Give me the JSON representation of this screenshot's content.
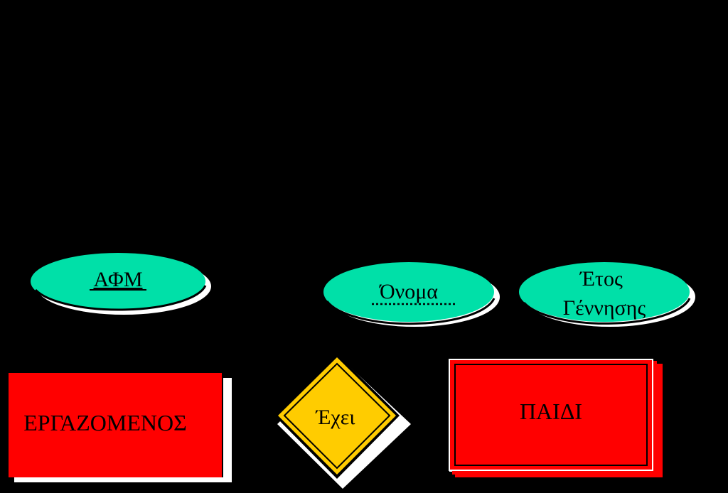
{
  "diagram": {
    "type": "entity-relationship",
    "entities": {
      "employee": {
        "label": "ΕΡΓΑΖΟΜΕΝΟΣ",
        "kind": "entity"
      },
      "child": {
        "label": "ΠΑΙΔΙ",
        "kind": "weak-entity"
      }
    },
    "relationship": {
      "label": "Έχει",
      "kind": "identifying-relationship"
    },
    "attributes": {
      "afm": {
        "label": "ΑΦΜ",
        "key": "primary"
      },
      "name": {
        "label": "Όνομα",
        "key": "partial"
      },
      "birth_year": {
        "line1": "Έτος",
        "line2": "Γέννησης"
      }
    },
    "colors": {
      "background": "#000000",
      "entity_fill": "#ff0000",
      "attribute_fill": "#00e0a8",
      "relationship_fill": "#ffcc00",
      "outline": "#000000",
      "shadow": "#ffffff"
    }
  }
}
